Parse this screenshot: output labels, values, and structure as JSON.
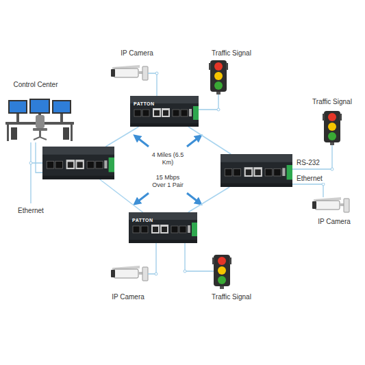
{
  "diagram": {
    "nodes": [
      {
        "text": [
          "PATTON"
        ]
      },
      {
        "text": []
      },
      {
        "text": []
      },
      {
        "text": [
          "PATTON"
        ]
      }
    ],
    "edges": [
      {
        "from": 0,
        "to": 1,
        "arrow": "none"
      },
      {
        "from": 0,
        "to": 2,
        "arrow": "none"
      },
      {
        "from": 1,
        "to": 3,
        "arrow": "none"
      },
      {
        "from": 2,
        "to": 3,
        "arrow": "none"
      }
    ],
    "labels": [
      "IP Camera",
      "Traffic Signal",
      "Control Center",
      "Traffic Signal",
      "4 Miles (6.5 Km)",
      "RS-232",
      "15 Mbps Over 1 Pair",
      "Ethernet",
      "Ethernet",
      "IP Camera",
      "IP Camera",
      "Traffic Signal"
    ]
  }
}
